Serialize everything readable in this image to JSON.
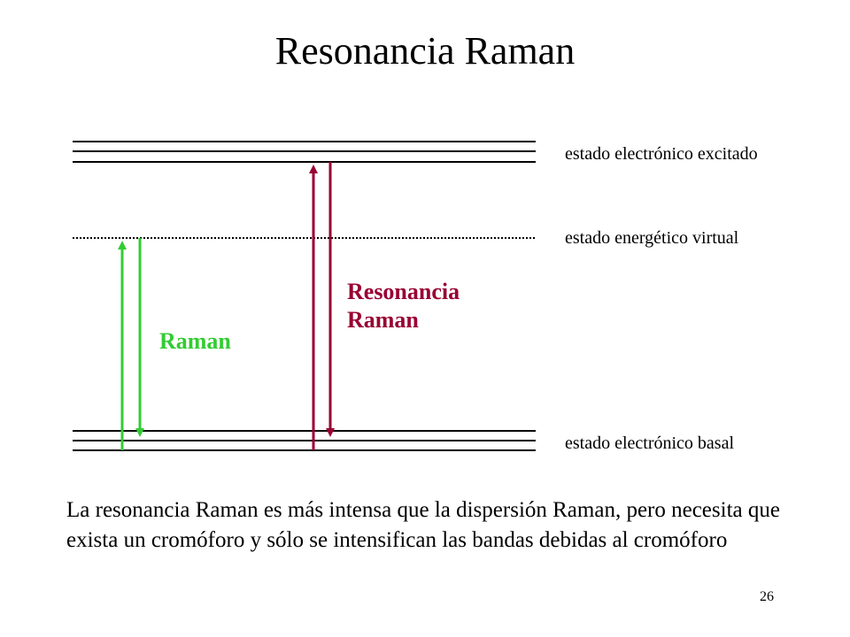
{
  "title": "Resonancia Raman",
  "states": {
    "excited": "estado electrónico excitado",
    "virtual": "estado energético virtual",
    "ground": "estado electrónico basal"
  },
  "transitions": {
    "raman": {
      "label": "Raman",
      "color": "#33cc33"
    },
    "resonance": {
      "label_line1": "Resonancia",
      "label_line2": "Raman",
      "color": "#990033"
    }
  },
  "caption": "La resonancia Raman es más intensa que la dispersión Raman, pero necesita que exista un cromóforo y sólo se intensifican las bandas debidas al cromóforo",
  "page_number": "26"
}
